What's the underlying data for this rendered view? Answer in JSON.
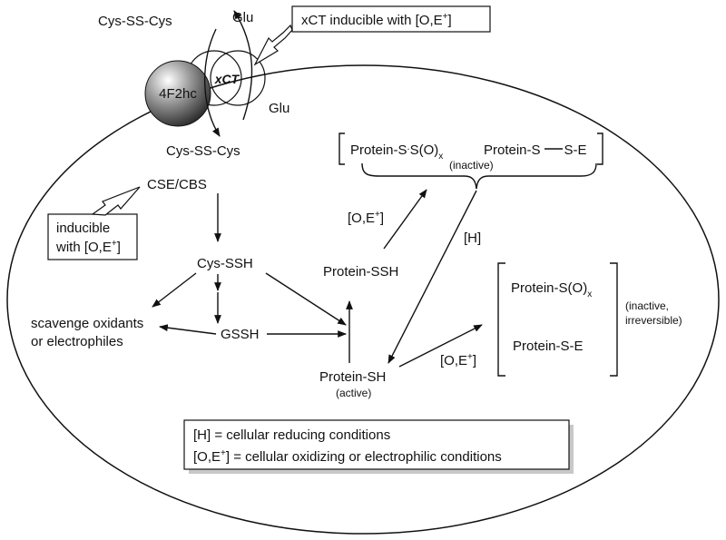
{
  "membrane": {
    "cys_out": "Cys-SS-Cys",
    "glu_top": "Glu",
    "xct_label": "xCT",
    "transporter_label": "4F2hc",
    "glu_bottom": "Glu",
    "cys_in": "Cys-SS-Cys"
  },
  "callouts": {
    "xct_inducible": "xCT inducible with [O,E",
    "xct_inducible_sup": "+",
    "xct_inducible_end": "]",
    "cse_line1": "inducible",
    "cse_line2": "with [O,E",
    "cse_line2_sup": "+",
    "cse_line2_end": "]"
  },
  "nodes": {
    "cse_cbs": "CSE/CBS",
    "cys_ssh": "Cys-SSH",
    "scavenge_line1": "scavenge oxidants",
    "scavenge_line2": "or electrophiles",
    "gssh": "GSSH",
    "protein_sh": "Protein-SH",
    "protein_sh_note": "(active)",
    "protein_ssh": "Protein-SSH",
    "oe_label_1": "[O,E",
    "oe_label_2": "[O,E",
    "h_label": "[H]"
  },
  "inactive_bracket": {
    "left_prefix": "Protein-S",
    "left_mid": "S(O)",
    "left_sub": "x",
    "right_prefix": "Protein-S",
    "right_suffix": "S-E",
    "note": "(inactive)"
  },
  "irreversible_bracket": {
    "top_prefix": "Protein-S(O)",
    "top_sub": "x",
    "bottom": "Protein-S-E",
    "note_line1": "(inactive,",
    "note_line2": "irreversible)"
  },
  "legend": {
    "line1": "[H] = cellular reducing conditions",
    "line2_prefix": "[O,E",
    "line2_sup": "+",
    "line2_suffix": "] = cellular oxidizing or electrophilic conditions"
  }
}
